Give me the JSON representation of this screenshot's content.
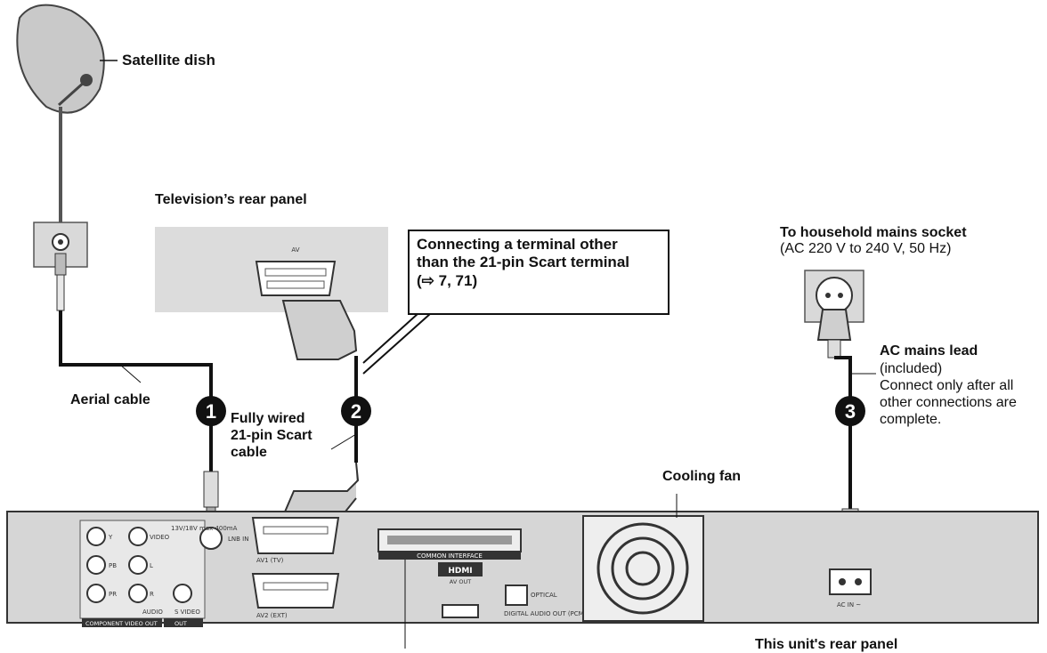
{
  "labels": {
    "satellite_dish": "Satellite dish",
    "tv_rear_panel": "Television’s rear panel",
    "aerial_cable": "Aerial cable",
    "scart_cable_line1": "Fully wired",
    "scart_cable_line2": "21-pin Scart",
    "scart_cable_line3": "cable",
    "cooling_fan": "Cooling fan",
    "mains_socket_title": "To household mains socket",
    "mains_socket_spec": "(AC 220 V to 240 V, 50 Hz)",
    "ac_lead_title": "AC mains lead",
    "ac_lead_included": "(included)",
    "ac_lead_note_1": "Connect only after all",
    "ac_lead_note_2": "other connections are",
    "ac_lead_note_3": "complete.",
    "bottom_cut_text": "This unit's rear panel"
  },
  "callout": {
    "line1": "Connecting a terminal other",
    "line2": "than the 21-pin Scart terminal",
    "line3": "(⇨   7, 71)"
  },
  "steps": [
    "1",
    "2",
    "3"
  ],
  "panel_text": {
    "tv_av": "AV",
    "y": "Y",
    "pb": "PB",
    "pr": "PR",
    "video": "VIDEO",
    "l": "L",
    "r": "R",
    "audio": "AUDIO",
    "s_video": "S VIDEO",
    "component_out": "COMPONENT VIDEO OUT",
    "out": "OUT",
    "lnb_spec": "13V/18V max 400mA",
    "lnb_in": "LNB IN",
    "av1": "AV1 (TV)",
    "av2": "AV2 (EXT)",
    "common_interface": "COMMON INTERFACE",
    "hdmi": "HDMI",
    "av_out": "AV OUT",
    "optical": "OPTICAL",
    "digital_audio_out": "DIGITAL AUDIO OUT (PCM/BITSTREAM)",
    "ac_in": "AC IN ~"
  },
  "colors": {
    "step_badge": "#111111",
    "panel": "#d9d9d9",
    "tv_panel": "#dcdcdc",
    "cable": "#111111"
  }
}
